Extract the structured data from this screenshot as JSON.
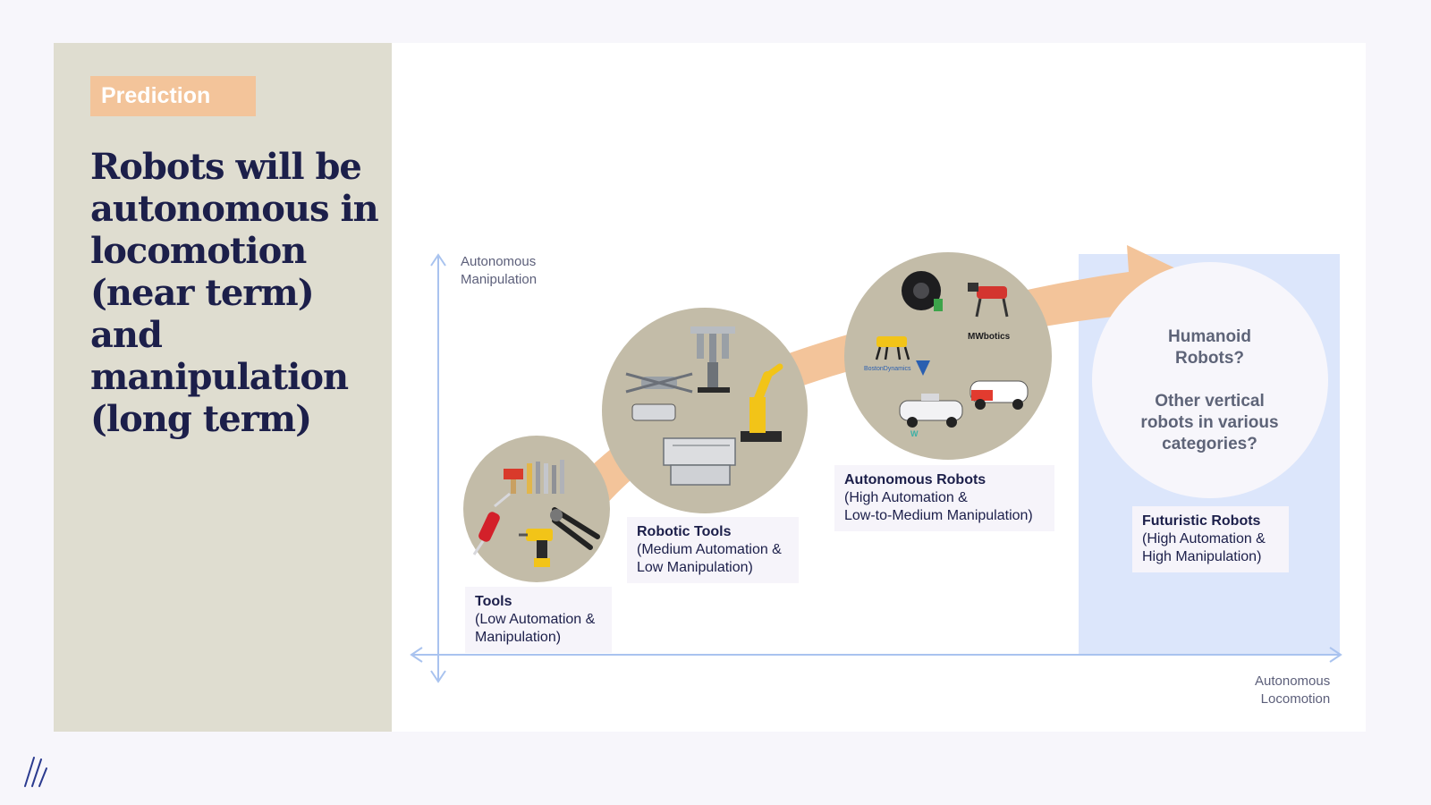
{
  "badge": "Prediction",
  "headline": "Robots will be\nautonomous in\nlocomotion\n(near term) and\nmanipulation\n(long term)",
  "axes": {
    "y_label": "Autonomous\nManipulation",
    "x_label": "Autonomous\nLocomotion"
  },
  "categories": [
    {
      "title": "Tools",
      "subtitle": "(Low Automation &\nManipulation)"
    },
    {
      "title": "Robotic Tools",
      "subtitle": "(Medium Automation &\nLow Manipulation)"
    },
    {
      "title": "Autonomous Robots",
      "subtitle": "(High Automation &\nLow-to-Medium Manipulation)"
    },
    {
      "title": "Futuristic Robots",
      "subtitle": "(High Automation &\nHigh Manipulation)"
    }
  ],
  "future_circle_text": "Humanoid\nRobots?\n\nOther vertical\nrobots in various\ncategories?",
  "brand_logos": {
    "mwbotics": "MWbotics",
    "boston": "BostonDynamics"
  },
  "colors": {
    "accent_orange": "#f3c49a",
    "panel_beige": "#dfddd0",
    "circle_taupe": "#c3bca8",
    "axis_blue": "#a9c3ef",
    "future_zone": "#dce6fb",
    "navy": "#1c1f4a"
  },
  "icons": [
    "tools-icon",
    "swiss-knife-icon",
    "drill-icon",
    "pliers-icon",
    "drone-icon",
    "surgical-robot-icon",
    "industrial-arm-icon",
    "lab-machine-icon",
    "robot-vacuum-icon",
    "robot-dog-icon",
    "quadruped-robot-icon",
    "self-driving-car-icon"
  ]
}
